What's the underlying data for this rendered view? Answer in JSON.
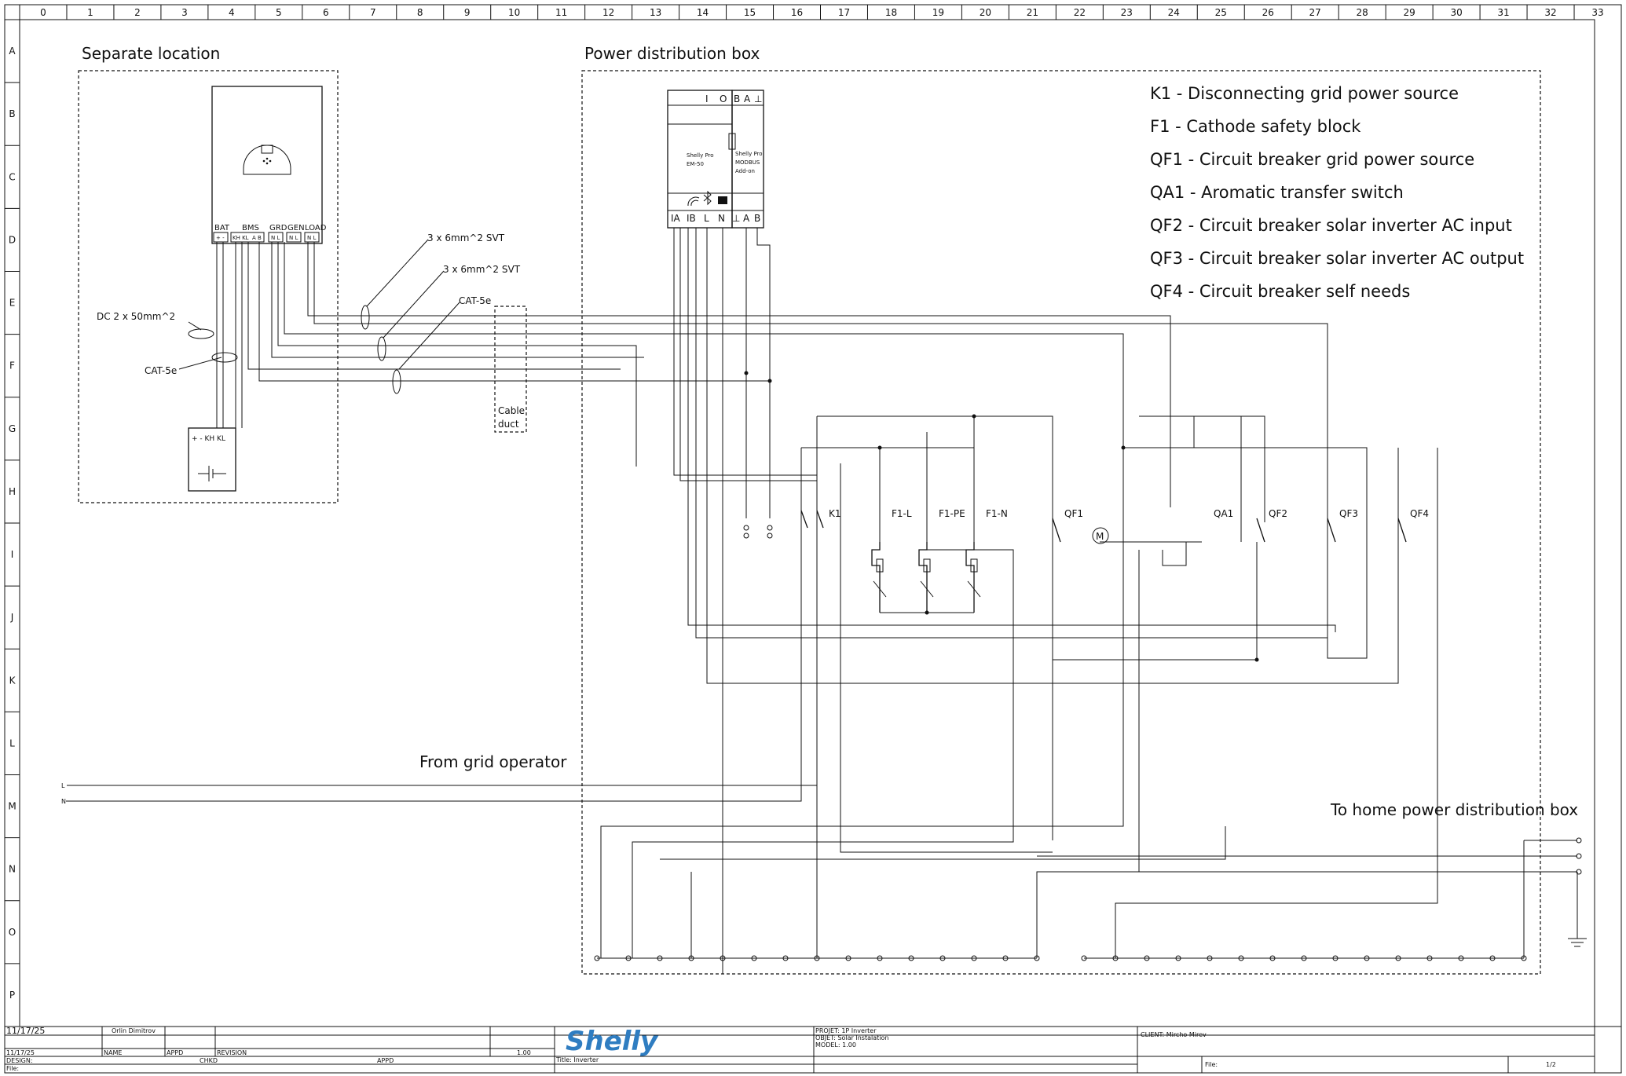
{
  "grid": {
    "columns": [
      "0",
      "1",
      "2",
      "3",
      "4",
      "5",
      "6",
      "7",
      "8",
      "9",
      "10",
      "11",
      "12",
      "13",
      "14",
      "15",
      "16",
      "17",
      "18",
      "19",
      "20",
      "21",
      "22",
      "23",
      "24",
      "25",
      "26",
      "27",
      "28",
      "29",
      "30",
      "31",
      "32",
      "33"
    ],
    "rows": [
      "A",
      "B",
      "C",
      "D",
      "E",
      "F",
      "G",
      "H",
      "I",
      "J",
      "K",
      "L",
      "M",
      "N",
      "O",
      "P"
    ]
  },
  "sections": {
    "separate_location": "Separate location",
    "power_distribution_box": "Power distribution box",
    "from_grid_operator": "From grid operator",
    "to_home_box": "To home power distribution box"
  },
  "legend": [
    "K1 - Disconnecting grid power source",
    "F1 - Cathode safety block",
    "QF1 - Circuit breaker grid power source",
    "QA1 - Aromatic transfer switch",
    "QF2 - Circuit breaker solar inverter AC input",
    "QF3 - Circuit breaker solar inverter AC output",
    "QF4 - Circuit breaker self needs"
  ],
  "inverter": {
    "terminals": [
      "BAT",
      "BMS",
      "GRD",
      "GEN",
      "LOAD"
    ],
    "pins": [
      "+ -",
      "KH KL",
      "A B",
      "N L",
      "N L",
      "N L"
    ]
  },
  "battery": {
    "pins": "+ -  KH KL"
  },
  "cables": {
    "dc": "DC 2 x 50mm^2",
    "cat_left": "CAT-5e",
    "svt1": "3 x 6mm^2 SVT",
    "svt2": "3 x 6mm^2 SVT",
    "cat_right": "CAT-5e",
    "duct_1": "Cable",
    "duct_2": "duct"
  },
  "meter": {
    "top_labels": [
      "I",
      "O",
      "B",
      "A",
      "⊥"
    ],
    "bottom_labels": [
      "IA",
      "IB",
      "L",
      "N",
      "⊥",
      "A",
      "B"
    ],
    "name_line1": "Shelly Pro",
    "name_line2": "EM-50",
    "addon_line1": "Shelly Pro",
    "addon_line2": "MODBUS",
    "addon_line3": "Add-on"
  },
  "devices": [
    "K1",
    "F1-L",
    "F1-PE",
    "F1-N",
    "QF1",
    "QA1",
    "QF2",
    "QF3",
    "QF4"
  ],
  "motor_symbol": "M",
  "grid_lines": [
    "L",
    "N"
  ],
  "title_block": {
    "date1": "11/17/25",
    "author": "Orlin Dimitrov",
    "date2": "11/17/25",
    "col_name": "NAME",
    "col_appd": "APPD",
    "col_revision": "REVISION",
    "revision_value": "1.00",
    "design": "DESIGN:",
    "chkd": "CHKD",
    "appd2": "APPD",
    "file": "File:",
    "brand": "Shelly",
    "project": "PROJET: 1P Inverter",
    "object": "OBJET: Solar Instalation",
    "model": "MODEL: 1.00",
    "title": "Title: Inverter",
    "client": "CLIENT: Mircho Mirev",
    "file2": "File:",
    "page": "1/2"
  }
}
